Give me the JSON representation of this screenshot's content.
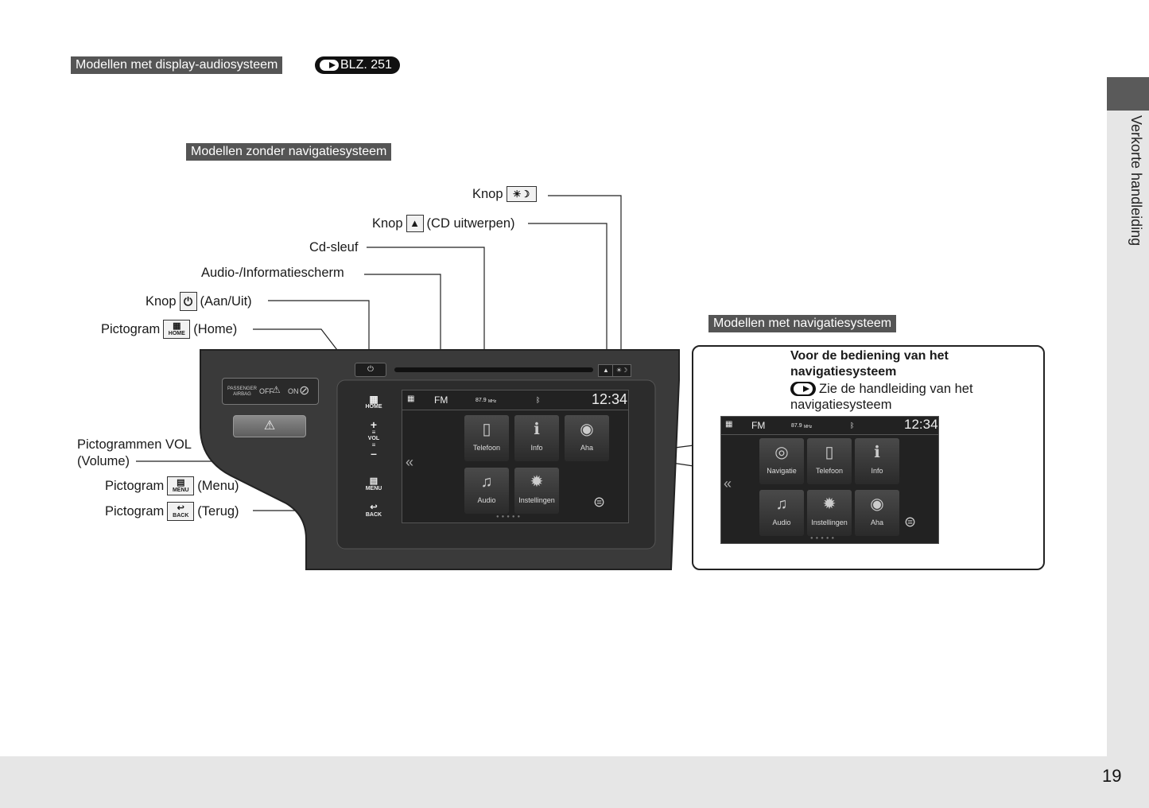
{
  "header_section": {
    "title": "Modellen met display-audiosysteem",
    "ref": "BLZ. 251"
  },
  "sub_header": "Modellen zonder navigatiesysteem",
  "nav_header": "Modellen met navigatiesysteem",
  "labels": {
    "knop_brightness": {
      "prefix": "Knop",
      "icon": "sun-moon-icon"
    },
    "knop_eject": {
      "prefix": "Knop",
      "suffix": "(CD uitwerpen)"
    },
    "cd_slot": "Cd-sleuf",
    "audio_screen": "Audio-/Informatiescherm",
    "knop_power": {
      "prefix": "Knop",
      "suffix": "(Aan/Uit)"
    },
    "pictogram_home": {
      "prefix": "Pictogram",
      "suffix": "(Home)",
      "icon_text": "HOME"
    },
    "vol_line1": "Pictogrammen VOL",
    "vol_line2": "(Volume)",
    "pictogram_menu": {
      "prefix": "Pictogram",
      "suffix": "(Menu)",
      "icon_text": "MENU"
    },
    "pictogram_back": {
      "prefix": "Pictogram",
      "suffix": "(Terug)",
      "icon_text": "BACK"
    }
  },
  "panel": {
    "airbag": {
      "line1": "PASSENGER",
      "line2": "AIRBAG",
      "off": "OFF",
      "on": "ON"
    },
    "home_label": "HOME",
    "vol_label": "VOL",
    "vol_plus": "+",
    "vol_minus": "–",
    "menu_label": "MENU",
    "back_label": "BACK"
  },
  "screen1": {
    "band": "FM",
    "freq": "87.9",
    "freq_unit": "MHz",
    "time": "12:34",
    "tiles_row1": [
      "Telefoon",
      "Info",
      "Aha"
    ],
    "tiles_row2": [
      "Audio",
      "Instellingen"
    ]
  },
  "nav_panel": {
    "title_line1": "Voor de bediening van het",
    "title_line2": "navigatiesysteem",
    "note_line1": "Zie de handleiding van het",
    "note_line2": "navigatiesysteem"
  },
  "screen2": {
    "band": "FM",
    "freq": "87.9",
    "freq_unit": "MHz",
    "time": "12:34",
    "tiles_row1": [
      "Navigatie",
      "Telefoon",
      "Info"
    ],
    "tiles_row2": [
      "Audio",
      "Instellingen",
      "Aha"
    ]
  },
  "side_tab": "Verkorte handleiding",
  "page_number": "19"
}
